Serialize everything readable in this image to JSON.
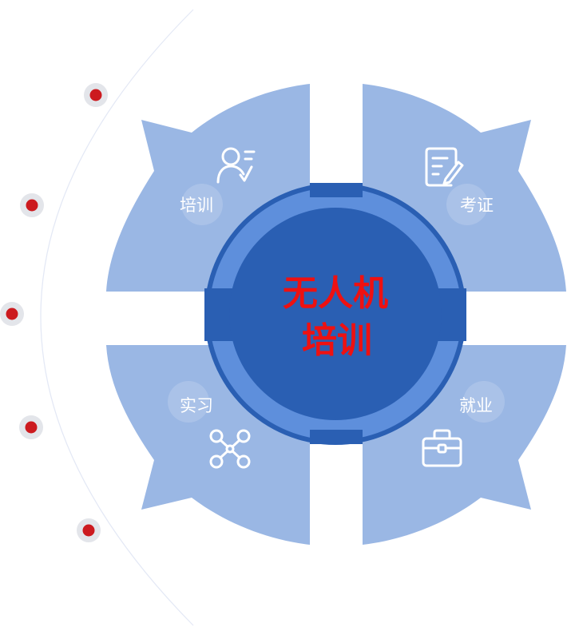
{
  "center": {
    "line1": "无人机",
    "line2": "培训"
  },
  "quadrants": {
    "top_left": {
      "label": "培训",
      "icon": "user-edit-icon"
    },
    "top_right": {
      "label": "考证",
      "icon": "certificate-edit-icon"
    },
    "bottom_left": {
      "label": "实习",
      "icon": "drone-icon"
    },
    "bottom_right": {
      "label": "就业",
      "icon": "briefcase-icon"
    }
  },
  "timeline": {
    "dot_count": 5
  },
  "colors": {
    "petal": "#9ab7e4",
    "ring": "#5e8fdc",
    "core": "#2a5fb3",
    "accent_text": "#ee1111",
    "dot": "#cc1a1f",
    "dot_halo": "#e3e5ea"
  }
}
